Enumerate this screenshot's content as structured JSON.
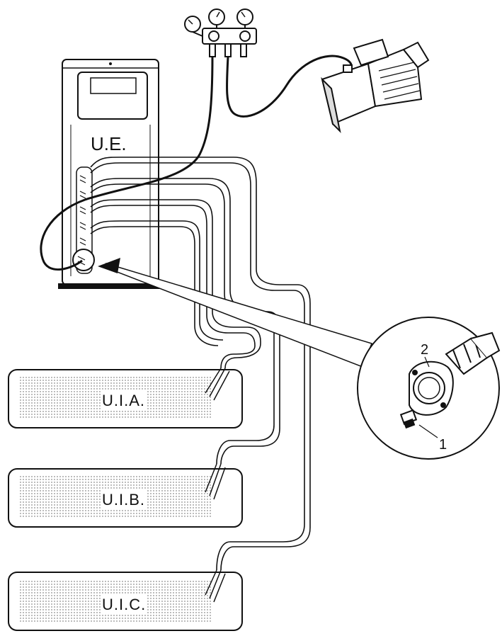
{
  "labels": {
    "outdoor_unit": "U.E.",
    "indoor_a": "U.I.A.",
    "indoor_b": "U.I.B.",
    "indoor_c": "U.I.C.",
    "callout_1": "1",
    "callout_2": "2"
  },
  "colors": {
    "line": "#111111",
    "fill": "#ffffff"
  }
}
